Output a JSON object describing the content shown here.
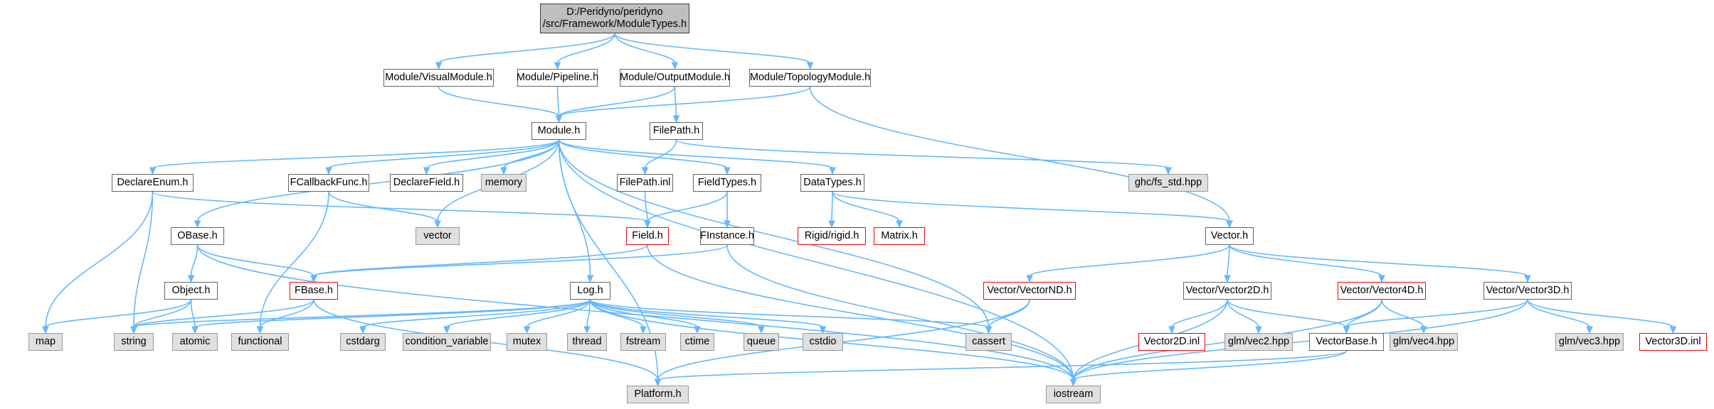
{
  "graph_title": "D:/Peridyno/peridyno/src/Framework/ModuleTypes.h",
  "colors": {
    "edge": "#63b8ff",
    "root_fill": "#bfbfbf",
    "external_fill": "#e0e0e0",
    "truncated_border": "#ff0000"
  },
  "nodes": {
    "root": "D:/Peridyno/peridyno\n/src/Framework/ModuleTypes.h",
    "visualmodule": "Module/VisualModule.h",
    "pipeline": "Module/Pipeline.h",
    "outputmodule": "Module/OutputModule.h",
    "topologymodule": "Module/TopologyModule.h",
    "module": "Module.h",
    "filepath_h": "FilePath.h",
    "ghc": "ghc/fs_std.hpp",
    "declareenum": "DeclareEnum.h",
    "fcallbackfunc": "FCallbackFunc.h",
    "declarefield": "DeclareField.h",
    "memory": "memory",
    "filepath_inl": "FilePath.inl",
    "fieldtypes": "FieldTypes.h",
    "datatypes": "DataTypes.h",
    "obase": "OBase.h",
    "vector": "vector",
    "field": "Field.h",
    "finstance": "FInstance.h",
    "rigid": "Rigid/rigid.h",
    "matrix": "Matrix.h",
    "vector_h": "Vector.h",
    "object": "Object.h",
    "fbase": "FBase.h",
    "log": "Log.h",
    "vectornd": "Vector/VectorND.h",
    "vector2d": "Vector/Vector2D.h",
    "vector4d": "Vector/Vector4D.h",
    "vector3d": "Vector/Vector3D.h",
    "map": "map",
    "string": "string",
    "atomic": "atomic",
    "functional": "functional",
    "cstdarg": "cstdarg",
    "condvar": "condition_variable",
    "mutex": "mutex",
    "thread": "thread",
    "fstream": "fstream",
    "ctime": "ctime",
    "queue": "queue",
    "cstdio": "cstdio",
    "cassert": "cassert",
    "vector2d_inl": "Vector2D.inl",
    "vec2": "glm/vec2.hpp",
    "vectorbase": "VectorBase.h",
    "vec4": "glm/vec4.hpp",
    "vec3": "glm/vec3.hpp",
    "vector3d_inl": "Vector3D.inl",
    "platform": "Platform.h",
    "iostream": "iostream"
  }
}
